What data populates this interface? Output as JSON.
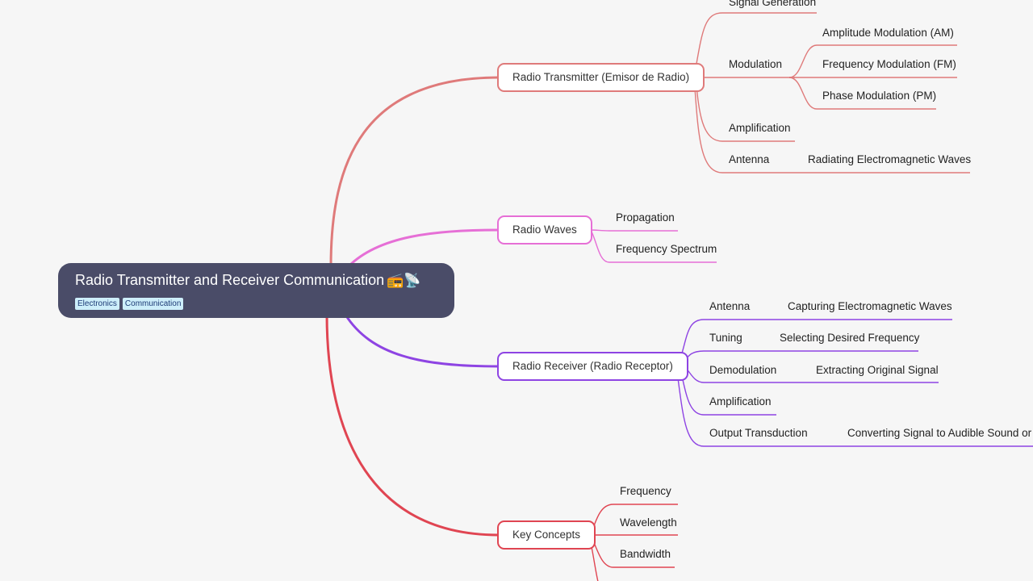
{
  "root": {
    "title": "Radio Transmitter and Receiver Communication",
    "emoji": "📻📡",
    "tags": [
      "Electronics",
      "Communication"
    ]
  },
  "colors": {
    "transmitter": "#df7a7a",
    "waves": "#e66fd6",
    "receiver": "#8e44e3",
    "concepts": "#e04552",
    "root_bg": "#4a4c68",
    "tag_bg": "#cdeefa",
    "tag_text": "#1c3a75"
  },
  "branches": {
    "transmitter": {
      "label": "Radio Transmitter (Emisor de Radio)",
      "signal_generation": "Signal Generation",
      "modulation": "Modulation",
      "am": "Amplitude Modulation (AM)",
      "fm": "Frequency Modulation (FM)",
      "pm": "Phase Modulation (PM)",
      "amplification": "Amplification",
      "antenna": "Antenna",
      "radiating": "Radiating Electromagnetic Waves"
    },
    "waves": {
      "label": "Radio Waves",
      "propagation": "Propagation",
      "spectrum": "Frequency Spectrum"
    },
    "receiver": {
      "label": "Radio Receiver (Radio Receptor)",
      "antenna": "Antenna",
      "capturing": "Capturing Electromagnetic Waves",
      "tuning": "Tuning",
      "selecting": "Selecting Desired Frequency",
      "demodulation": "Demodulation",
      "extracting": "Extracting Original Signal",
      "amplification": "Amplification",
      "output": "Output Transduction",
      "converting": "Converting Signal to Audible Sound or"
    },
    "concepts": {
      "label": "Key Concepts",
      "frequency": "Frequency",
      "wavelength": "Wavelength",
      "bandwidth": "Bandwidth"
    }
  }
}
